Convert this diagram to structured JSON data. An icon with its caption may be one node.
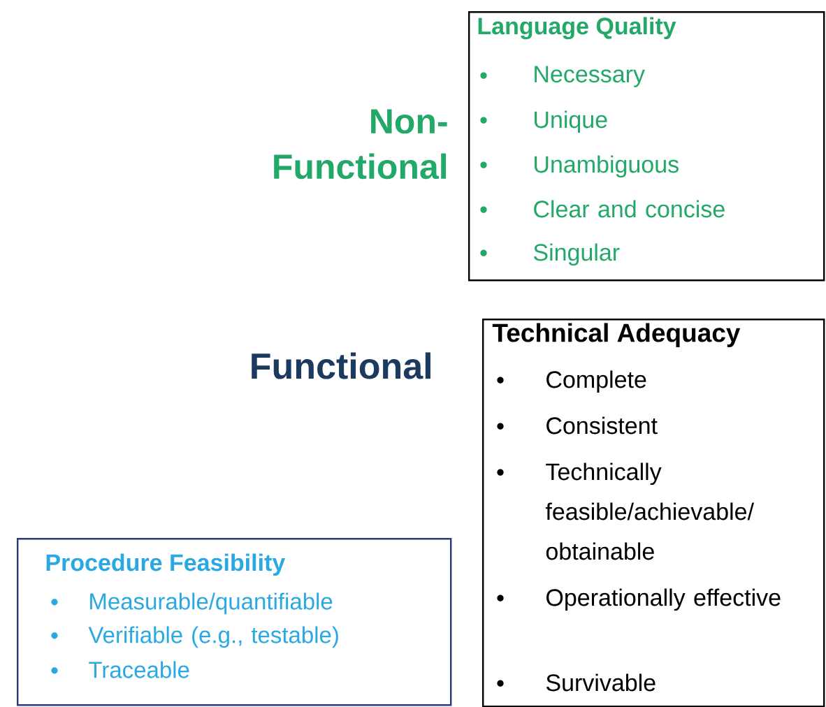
{
  "diagram": {
    "nodes": [
      {
        "text": [
          "Language Quality",
          "Necessary",
          "Unique",
          "Unambiguous",
          "Clear and concise",
          "Singular"
        ]
      },
      {
        "text": [
          "Technical Adequacy",
          "Complete",
          "Consistent",
          "Technically feasible/achievable/ obtainable",
          "Operationally effective",
          "Survivable"
        ]
      },
      {
        "text": [
          "Procedure Feasibility",
          "Measurable/quantifiable",
          "Verifiable (e.g., testable)",
          "Traceable"
        ]
      }
    ],
    "labels": [
      "Non- Functional",
      "Functional"
    ]
  }
}
